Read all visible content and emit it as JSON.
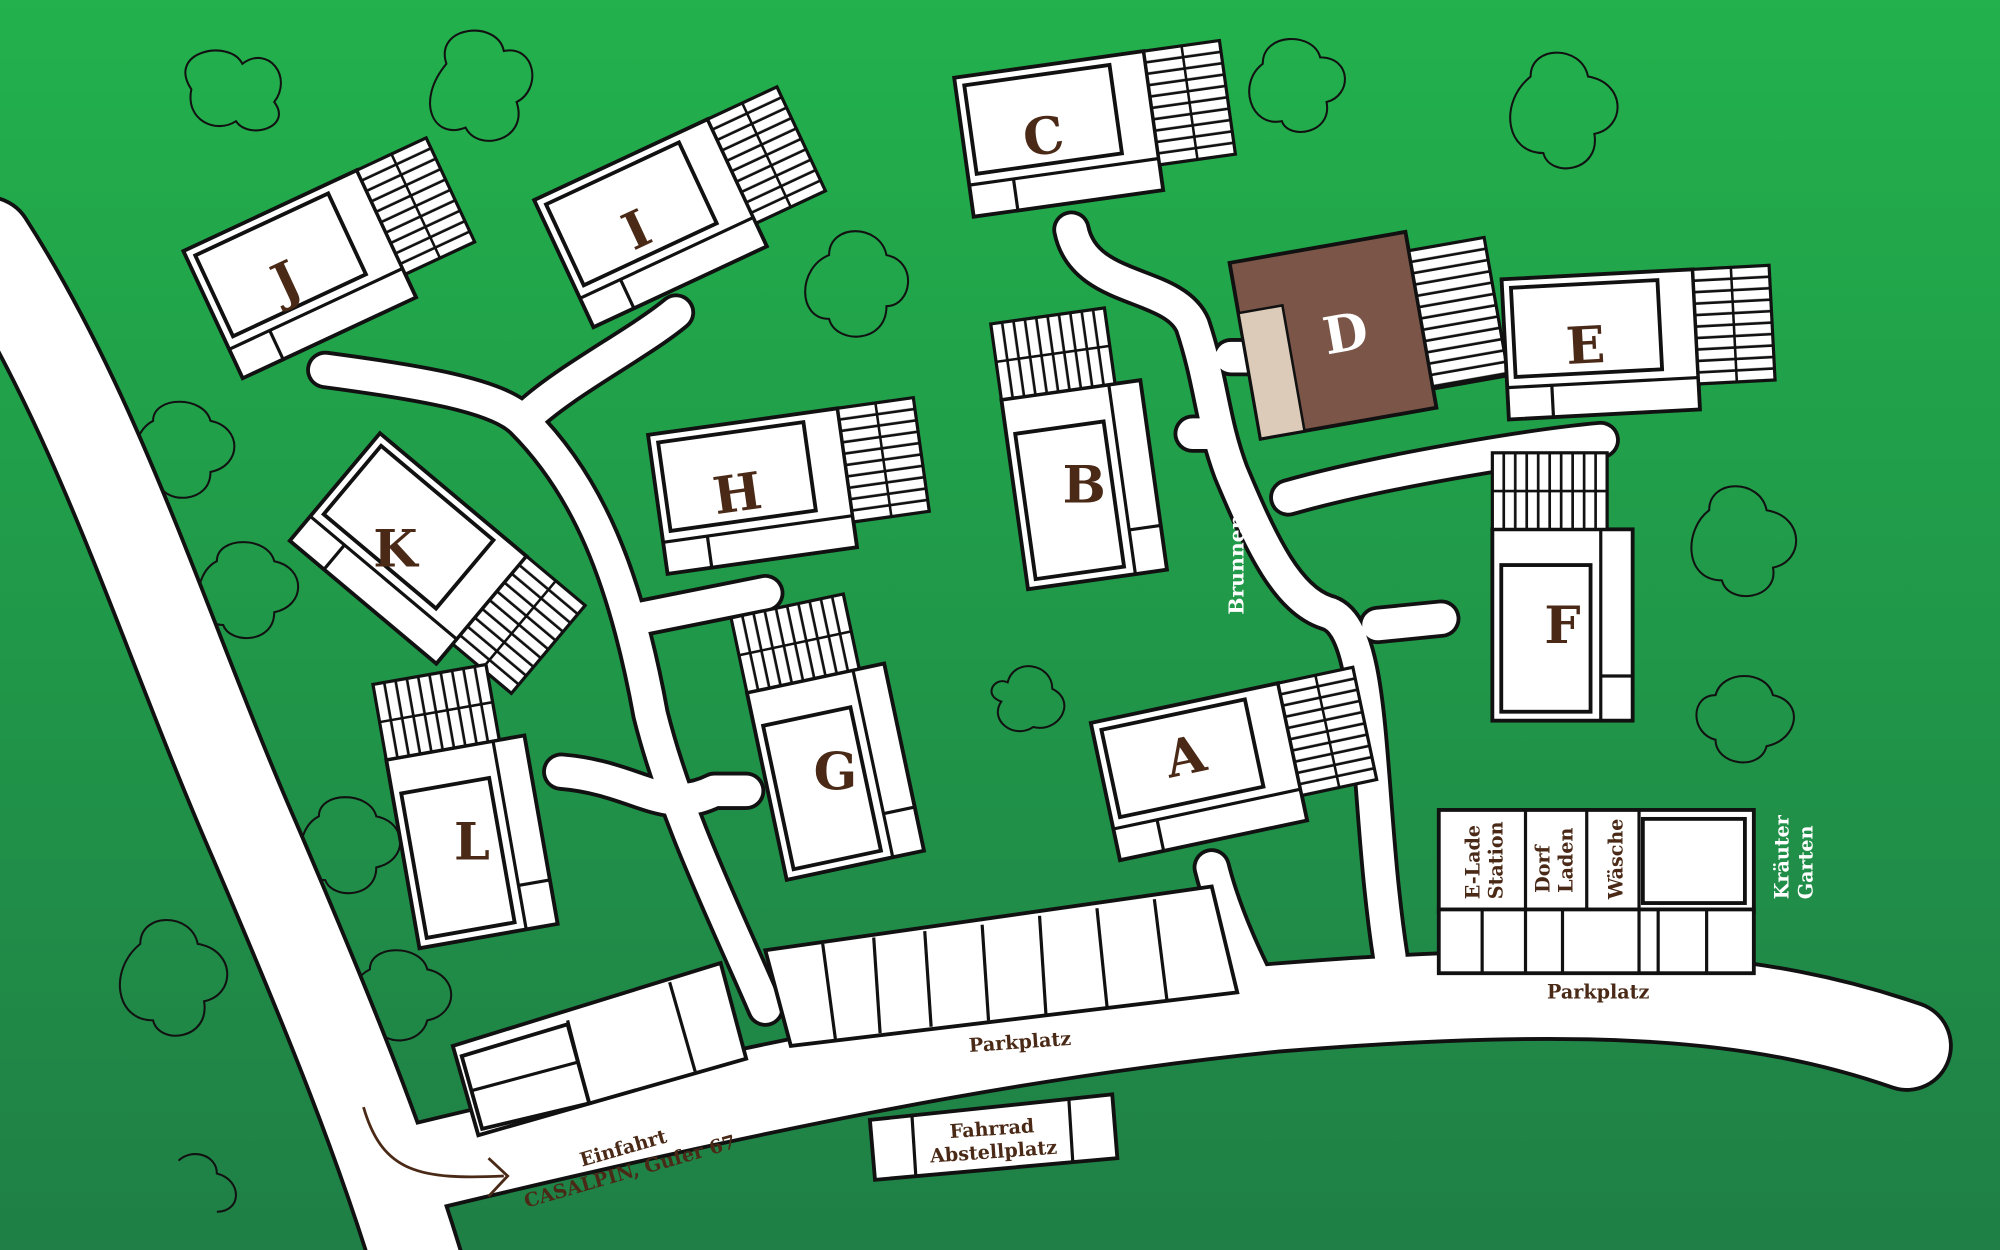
{
  "map": {
    "buildings": [
      "A",
      "B",
      "C",
      "D",
      "E",
      "F",
      "G",
      "H",
      "I",
      "J",
      "K",
      "L"
    ],
    "highlighted_building": "D",
    "labels": {
      "brunnen": "Brunnen",
      "e_lade_1": "E-Lade",
      "e_lade_2": "Station",
      "dorf_1": "Dorf",
      "dorf_2": "Laden",
      "waesche": "Wäsche",
      "kraeuter_1": "Kräuter",
      "kraeuter_2": "Garten",
      "parkplatz_1": "Parkplatz",
      "parkplatz_2": "Parkplatz",
      "einfahrt_1": "Einfahrt",
      "einfahrt_2": "CASALPIN, Gufer 67",
      "fahrrad_1": "Fahrrad",
      "fahrrad_2": "Abstellplatz"
    },
    "colors": {
      "grass_top": "#22b14c",
      "grass_bottom": "#1f7f46",
      "highlight": "#7a5548",
      "text": "#4a2a17"
    }
  }
}
